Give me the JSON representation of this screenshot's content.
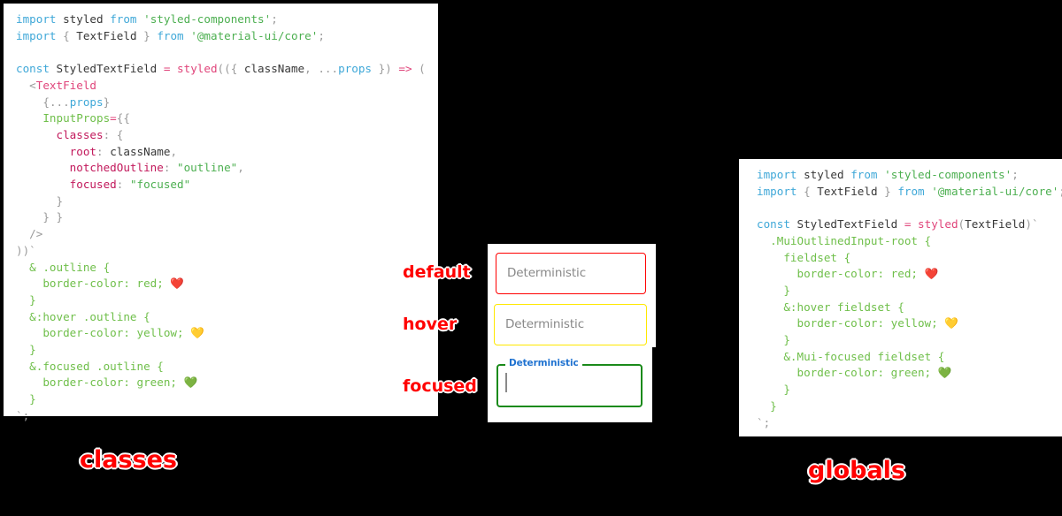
{
  "background_color": "#000000",
  "panels": {
    "classes": {
      "title": "classes",
      "code_lines": [
        "import styled from 'styled-components';",
        "import { TextField } from '@material-ui/core';",
        "",
        "const StyledTextField = styled(({ className, ...props }) => (",
        "  <TextField",
        "    {...props}",
        "    InputProps={{",
        "      classes: {",
        "        root: className,",
        "        notchedOutline: \"outline\",",
        "        focused: \"focused\"",
        "      }",
        "    }}",
        "  />",
        "))`",
        "  & .outline {",
        "    border-color: red; ❤️",
        "  }",
        "  &:hover .outline {",
        "    border-color: yellow; 💛",
        "  }",
        "  &.focused .outline {",
        "    border-color: green; 💚",
        "  }",
        "`;"
      ]
    },
    "globals": {
      "title": "globals",
      "code_lines": [
        "import styled from 'styled-components';",
        "import { TextField } from '@material-ui/core';",
        "",
        "const StyledTextField = styled(TextField)`",
        "  .MuiOutlinedInput-root {",
        "    fieldset {",
        "      border-color: red; ❤️",
        "    }",
        "    &:hover fieldset {",
        "      border-color: yellow; 💛",
        "    }",
        "    &.Mui-focused fieldset {",
        "      border-color: green; 💚",
        "    }",
        "  }",
        "`;"
      ]
    }
  },
  "annotations": {
    "default_label": "default",
    "hover_label": "hover",
    "focused_label": "focused",
    "label_color": "#ff0000"
  },
  "demo": {
    "fields": [
      {
        "state": "default",
        "value": "Deterministic",
        "border_color": "#ff0000",
        "text_color": "#888888"
      },
      {
        "state": "hover",
        "value": "Deterministic",
        "border_color": "#ffe800",
        "text_color": "#888888"
      },
      {
        "state": "focused",
        "label": "Deterministic",
        "value": "",
        "border_color": "#1a8a1a",
        "label_color": "#1f72d0",
        "caret_color": "#8a8a8a"
      }
    ]
  }
}
